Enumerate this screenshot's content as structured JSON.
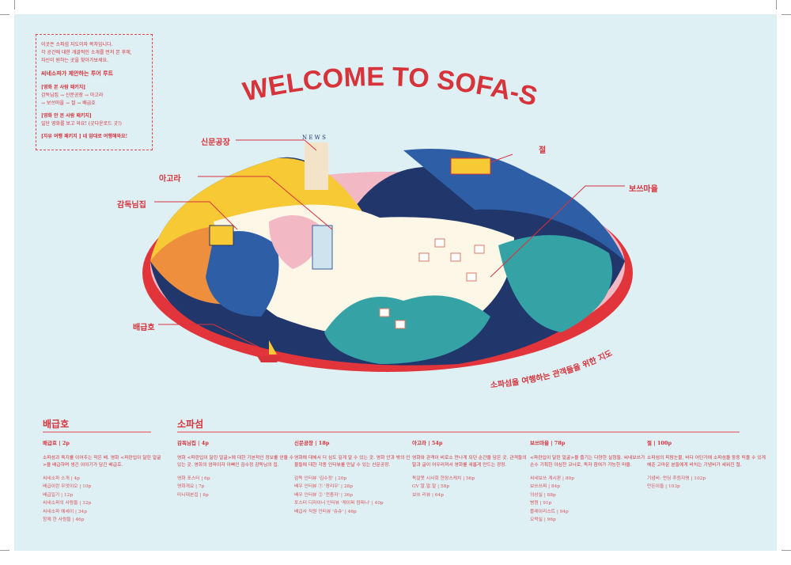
{
  "intro": {
    "lines": [
      "이곳은 소파섬 지도이자 목차입니다.",
      "각 공간에 대한 개괄적인 소개를 먼저 본 후에,",
      "자신이 원하는 곳을 찾아가보세요."
    ],
    "headline": "씨네소파가 제안하는 투어 루트",
    "packages": [
      {
        "title": "[영화 본 사람 패키지]",
        "lines": [
          "감독님집 → 신문공장 → 아고라",
          "→ 보쓰마을 → 절 → 배급호"
        ]
      },
      {
        "title": "[영화 안 본 사람 패키지]",
        "lines": [
          "일단 영화를 보고 와요! (굿다운로드 굿!)"
        ]
      }
    ],
    "free": "[자유 여행 패키지 ] 네 맘대로 여행해와요!"
  },
  "map": {
    "title": "WELCOME TO SOFA-SUM",
    "subtitle": "소파섬을 여행하는 관객들을 위한 지도",
    "sign": "N E W S",
    "labels": {
      "newspaper": "신문공장",
      "agora": "아고라",
      "director": "감독님집",
      "ship": "배급호",
      "temple": "절",
      "village": "보쓰마을"
    }
  },
  "sections": {
    "ship": "배급호",
    "island": "소파섬"
  },
  "columns": [
    {
      "head": "배급호 | 2p",
      "desc": "소파섬과 육지를 이어주는 작은 배. 영화 <파란입이 달린 얼굴>을 배급하며 생긴 이야기가 담긴 배급호.",
      "items": [
        "씨네소파 소개 | 4p",
        "배급이란 무엇이오 | 10p",
        "배급일기 | 12p",
        "씨네소파의 사람들 | 32p",
        "씨네소파 에세이 | 34p",
        "함께 한 사람들 | 46p"
      ]
    },
    {
      "head": "감독님집 | 4p",
      "desc": "영화 <파란입이 달린 얼굴>에 대한 기본적인 정보를 얻을 수 있는 곳. 영화의 엄마이자 아빠인 김수정 감독님의 집.",
      "items": [
        "영화 포스터 | 6p",
        "영화개요 | 7p",
        "미니대본집 | 8p"
      ]
    },
    {
      "head": "신문공장 | 18p",
      "desc": "영화에 대해서 더 심도 깊게 알 수 있는 곳. 영화 안과 밖의 인물들에 대한 각종 인터뷰를 만날 수 있는 신문공장.",
      "items": [
        "감독 인터뷰 '김수정' | 20p",
        "배우 인터뷰 ① '장리우' | 28p",
        "배우 인터뷰 ② '전충자' | 36p",
        "포스터 디자이너 인터뷰 '케이퍼 컴퍼니' | 40p",
        "배급사 직원 인터뷰 '슈슈' | 46p"
      ]
    },
    {
      "head": "아고라 | 54p",
      "desc": "영화와 관객이 비로소 만나게 되던 순간을 담은 곳. 관객들의 말과 글이 어우러져서 영화를 새롭게 만드는 광장.",
      "items": [
        "독알못 시사회 현장스케치 | 56p",
        "GV 말.말.말 | 58p",
        "보쓰 리뷰 | 64p"
      ]
    },
    {
      "head": "보쓰마을 | 78p",
      "desc": "<파란입이 달린 얼굴>을 즐기는 다양한 실험들. 씨네보쓰가 손수 기획한 야심찬 코너로, 독자 참여가 가능한 마을.",
      "items": [
        "씨네보쓰 게시판 | 80p",
        "보쓰쓰찌 | 84p",
        "의상실 | 88p",
        "병원 | 91p",
        "플레이리스트 | 94p",
        "오락실 | 96p"
      ]
    },
    {
      "head": "절 | 100p",
      "desc": "소파섬의 피땀눈물, 바다 어딘가에 소파섬을 둥둥 띄울 수 있게 해준 고마운 분들에게 바치는 기념비가 세워진 절.",
      "items": [
        "기념비: 펀딩 후원자명 | 102p",
        "만든이들 | 103p"
      ]
    }
  ]
}
